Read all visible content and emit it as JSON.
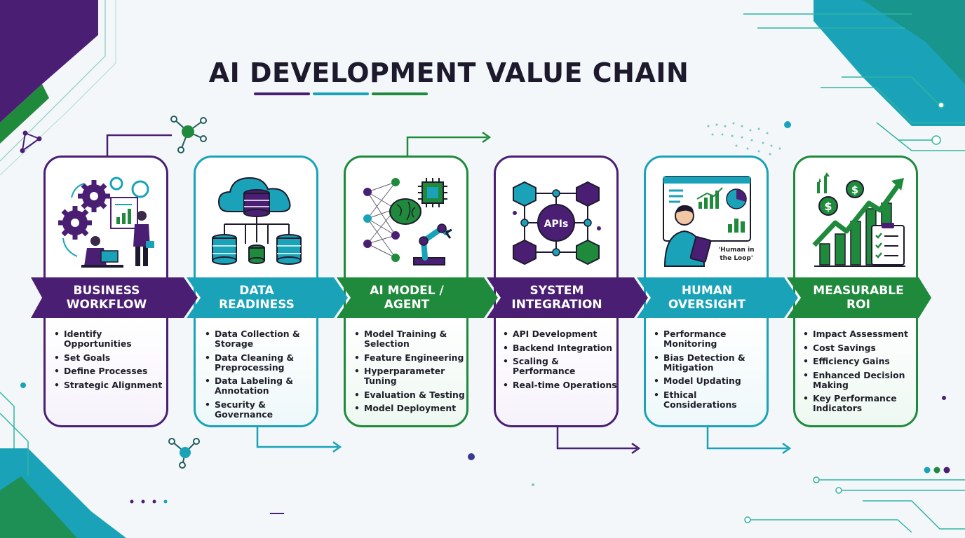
{
  "title": "AI DEVELOPMENT VALUE CHAIN",
  "colors": {
    "purple": "#4a1f73",
    "teal": "#1aa3b8",
    "green": "#1f8a3c",
    "ink": "#1e1a2e"
  },
  "stages": [
    {
      "heading": [
        "BUSINESS",
        "WORKFLOW"
      ],
      "icon": "workflow-gears-team-icon",
      "items": [
        "Identify Opportunities",
        "Set Goals",
        "Define Processes",
        "Strategic Alignment"
      ]
    },
    {
      "heading": [
        "DATA",
        "READINESS"
      ],
      "icon": "cloud-database-icon",
      "items": [
        "Data Collection & Storage",
        "Data Cleaning & Preprocessing",
        "Data Labeling & Annotation",
        "Security & Governance"
      ]
    },
    {
      "heading": [
        "AI MODEL /",
        "AGENT"
      ],
      "icon": "neural-network-robot-icon",
      "items": [
        "Model Training & Selection",
        "Feature Engineering",
        "Hyperparameter Tuning",
        "Evaluation & Testing",
        "Model Deployment"
      ]
    },
    {
      "heading": [
        "SYSTEM",
        "INTEGRATION"
      ],
      "icon": "api-network-icon",
      "api_label": "APIs",
      "items": [
        "API Development",
        "Backend Integration",
        "Scaling & Performance",
        "Real-time Operations"
      ]
    },
    {
      "heading": [
        "HUMAN",
        "OVERSIGHT"
      ],
      "icon": "human-dashboard-icon",
      "callout": [
        "'Human in",
        "the Loop'"
      ],
      "items": [
        "Performance Monitoring",
        "Bias Detection & Mitigation",
        "Model Updating",
        "Ethical Considerations"
      ]
    },
    {
      "heading": [
        "MEASURABLE",
        "ROI"
      ],
      "icon": "growth-chart-icon",
      "items": [
        "Impact Assessment",
        "Cost Savings",
        "Efficiency Gains",
        "Enhanced Decision Making",
        "Key Performance Indicators"
      ]
    }
  ]
}
